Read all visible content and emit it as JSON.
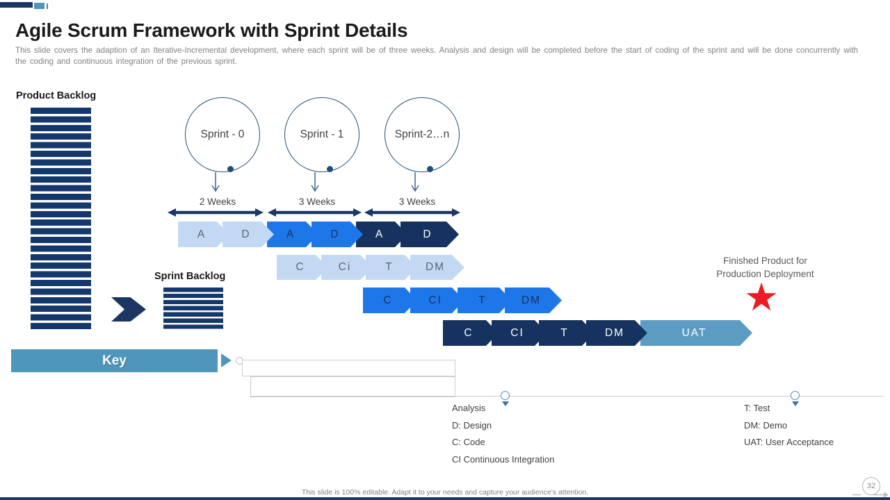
{
  "slide": {
    "title": "Agile Scrum Framework with Sprint Details",
    "subtitle": "This slide covers the adaption of an Iterative-Incremental development, where each sprint will be of three weeks. Analysis and design will be completed before the start of coding of the sprint and will be done concurrently with the coding and continuous integration of the previous sprint.",
    "footer": "This slide is 100% editable. Adapt it to your needs and capture your audience's attention.",
    "page_number": "32"
  },
  "labels": {
    "product_backlog": "Product Backlog",
    "sprint_backlog": "Sprint Backlog",
    "key": "Key",
    "finished_line1": "Finished Product for",
    "finished_line2": "Production Deployment"
  },
  "sprints": [
    {
      "name": "Sprint - 0",
      "duration": "2 Weeks"
    },
    {
      "name": "Sprint - 1",
      "duration": "3 Weeks"
    },
    {
      "name": "Sprint-2…n",
      "duration": "3 Weeks"
    }
  ],
  "process": {
    "rows": [
      {
        "items": [
          {
            "label": "A",
            "style": "light"
          },
          {
            "label": "D",
            "style": "light"
          },
          {
            "label": "A",
            "style": "bright"
          },
          {
            "label": "D",
            "style": "bright"
          },
          {
            "label": "A",
            "style": "navy"
          },
          {
            "label": "D",
            "style": "navy"
          }
        ]
      },
      {
        "items": [
          {
            "label": "C",
            "style": "light"
          },
          {
            "label": "Ci",
            "style": "light"
          },
          {
            "label": "T",
            "style": "light"
          },
          {
            "label": "DM",
            "style": "light"
          }
        ]
      },
      {
        "items": [
          {
            "label": "C",
            "style": "bright"
          },
          {
            "label": "CI",
            "style": "bright"
          },
          {
            "label": "T",
            "style": "bright"
          },
          {
            "label": "DM",
            "style": "bright"
          }
        ]
      },
      {
        "items": [
          {
            "label": "C",
            "style": "navy"
          },
          {
            "label": "CI",
            "style": "navy"
          },
          {
            "label": "T",
            "style": "navy"
          },
          {
            "label": "DM",
            "style": "navy"
          },
          {
            "label": "UAT",
            "style": "steel"
          }
        ]
      }
    ]
  },
  "legend": {
    "col1": [
      "Analysis",
      "D: Design",
      "C: Code",
      "CI Continuous Integration"
    ],
    "col2": [
      "T: Test",
      "DM: Demo",
      "UAT: User Acceptance"
    ]
  },
  "colors": {
    "navy": "#16335F",
    "dark_navy_bar": "#1C3664",
    "backlog_bar": "#14386C",
    "bright_blue": "#1E77E9",
    "light_blue": "#C3D9F3",
    "steel_blue": "#4F96BC",
    "uat_steel": "#5C9CC3",
    "star_red": "#ED1C24"
  }
}
